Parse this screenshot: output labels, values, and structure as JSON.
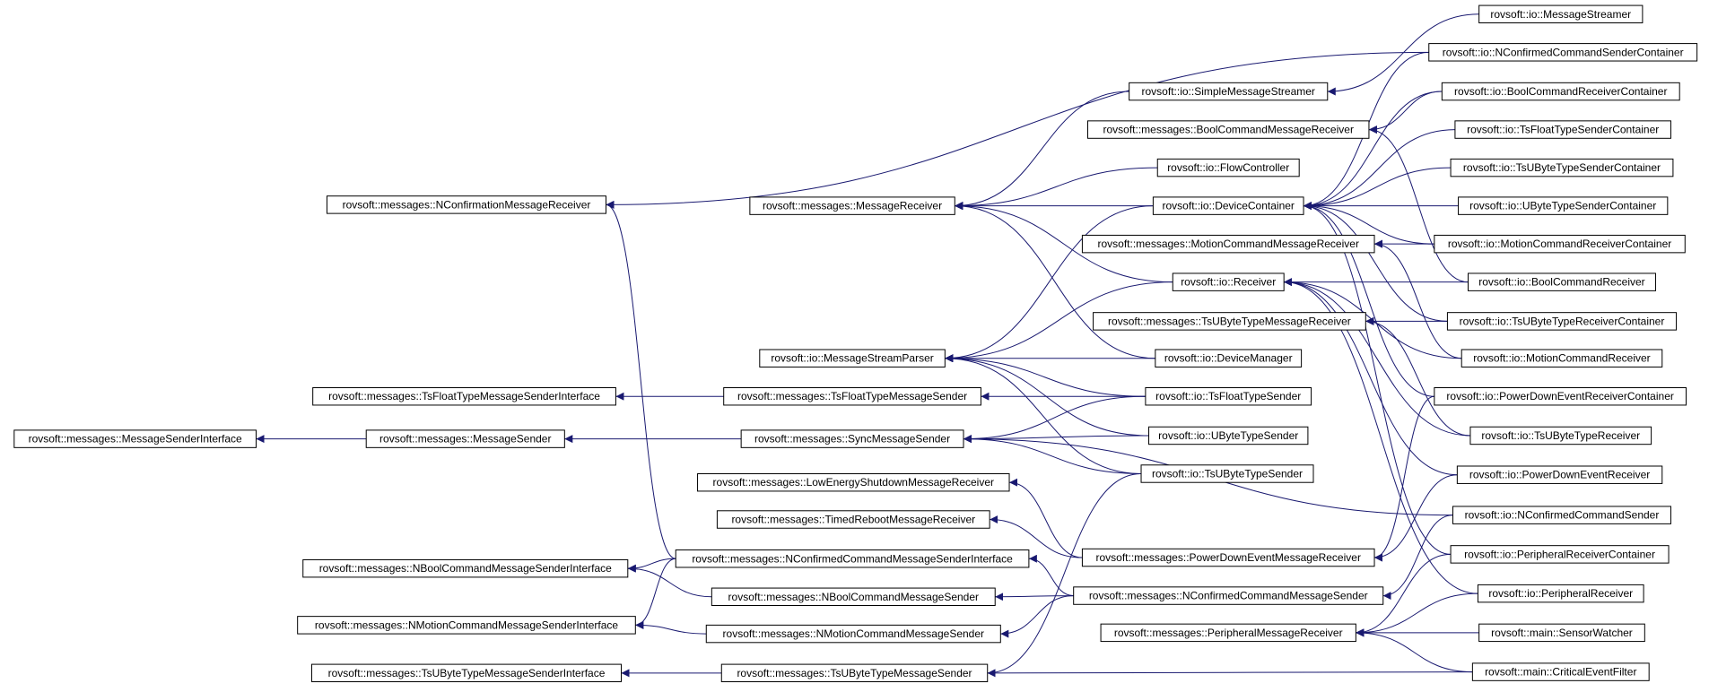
{
  "colors": {
    "edge": "#191970",
    "node_border": "#000000",
    "background": "#ffffff"
  },
  "nodes": [
    {
      "id": "MessageStreamer",
      "label": "rovsoft::io::MessageStreamer"
    },
    {
      "id": "NConfirmedCommandSenderContainer",
      "label": "rovsoft::io::NConfirmedCommandSenderContainer"
    },
    {
      "id": "SimpleMessageStreamer",
      "label": "rovsoft::io::SimpleMessageStreamer"
    },
    {
      "id": "BoolCommandReceiverContainer",
      "label": "rovsoft::io::BoolCommandReceiverContainer"
    },
    {
      "id": "BoolCommandMessageReceiver",
      "label": "rovsoft::messages::BoolCommandMessageReceiver"
    },
    {
      "id": "TsFloatTypeSenderContainer",
      "label": "rovsoft::io::TsFloatTypeSenderContainer"
    },
    {
      "id": "FlowController",
      "label": "rovsoft::io::FlowController"
    },
    {
      "id": "TsUByteTypeSenderContainer",
      "label": "rovsoft::io::TsUByteTypeSenderContainer"
    },
    {
      "id": "NConfirmationMessageReceiver",
      "label": "rovsoft::messages::NConfirmationMessageReceiver"
    },
    {
      "id": "MessageReceiver",
      "label": "rovsoft::messages::MessageReceiver"
    },
    {
      "id": "DeviceContainer",
      "label": "rovsoft::io::DeviceContainer"
    },
    {
      "id": "UByteTypeSenderContainer",
      "label": "rovsoft::io::UByteTypeSenderContainer"
    },
    {
      "id": "MotionCommandMessageReceiver",
      "label": "rovsoft::messages::MotionCommandMessageReceiver"
    },
    {
      "id": "MotionCommandReceiverContainer",
      "label": "rovsoft::io::MotionCommandReceiverContainer"
    },
    {
      "id": "Receiver",
      "label": "rovsoft::io::Receiver"
    },
    {
      "id": "BoolCommandReceiver",
      "label": "rovsoft::io::BoolCommandReceiver"
    },
    {
      "id": "TsUByteTypeMessageReceiver",
      "label": "rovsoft::messages::TsUByteTypeMessageReceiver"
    },
    {
      "id": "TsUByteTypeReceiverContainer",
      "label": "rovsoft::io::TsUByteTypeReceiverContainer"
    },
    {
      "id": "MessageStreamParser",
      "label": "rovsoft::io::MessageStreamParser"
    },
    {
      "id": "DeviceManager",
      "label": "rovsoft::io::DeviceManager"
    },
    {
      "id": "MotionCommandReceiver",
      "label": "rovsoft::io::MotionCommandReceiver"
    },
    {
      "id": "TsFloatTypeMessageSenderInterface",
      "label": "rovsoft::messages::TsFloatTypeMessageSenderInterface"
    },
    {
      "id": "TsFloatTypeMessageSender",
      "label": "rovsoft::messages::TsFloatTypeMessageSender"
    },
    {
      "id": "TsFloatTypeSender",
      "label": "rovsoft::io::TsFloatTypeSender"
    },
    {
      "id": "PowerDownEventReceiverContainer",
      "label": "rovsoft::io::PowerDownEventReceiverContainer"
    },
    {
      "id": "MessageSenderInterface",
      "label": "rovsoft::messages::MessageSenderInterface"
    },
    {
      "id": "MessageSender",
      "label": "rovsoft::messages::MessageSender"
    },
    {
      "id": "SyncMessageSender",
      "label": "rovsoft::messages::SyncMessageSender"
    },
    {
      "id": "UByteTypeSender",
      "label": "rovsoft::io::UByteTypeSender"
    },
    {
      "id": "TsUByteTypeReceiver",
      "label": "rovsoft::io::TsUByteTypeReceiver"
    },
    {
      "id": "TsUByteTypeSender",
      "label": "rovsoft::io::TsUByteTypeSender"
    },
    {
      "id": "PowerDownEventReceiver",
      "label": "rovsoft::io::PowerDownEventReceiver"
    },
    {
      "id": "LowEnergyShutdownMessageReceiver",
      "label": "rovsoft::messages::LowEnergyShutdownMessageReceiver"
    },
    {
      "id": "NConfirmedCommandSender",
      "label": "rovsoft::io::NConfirmedCommandSender"
    },
    {
      "id": "TimedRebootMessageReceiver",
      "label": "rovsoft::messages::TimedRebootMessageReceiver"
    },
    {
      "id": "PeripheralReceiverContainer",
      "label": "rovsoft::io::PeripheralReceiverContainer"
    },
    {
      "id": "PowerDownEventMessageReceiver",
      "label": "rovsoft::messages::PowerDownEventMessageReceiver"
    },
    {
      "id": "NBoolCommandMessageSenderInterface",
      "label": "rovsoft::messages::NBoolCommandMessageSenderInterface"
    },
    {
      "id": "NConfirmedCommandMessageSenderInterface",
      "label": "rovsoft::messages::NConfirmedCommandMessageSenderInterface"
    },
    {
      "id": "NBoolCommandMessageSender",
      "label": "rovsoft::messages::NBoolCommandMessageSender"
    },
    {
      "id": "NConfirmedCommandMessageSender",
      "label": "rovsoft::messages::NConfirmedCommandMessageSender"
    },
    {
      "id": "PeripheralReceiver",
      "label": "rovsoft::io::PeripheralReceiver"
    },
    {
      "id": "NMotionCommandMessageSenderInterface",
      "label": "rovsoft::messages::NMotionCommandMessageSenderInterface"
    },
    {
      "id": "NMotionCommandMessageSender",
      "label": "rovsoft::messages::NMotionCommandMessageSender"
    },
    {
      "id": "PeripheralMessageReceiver",
      "label": "rovsoft::messages::PeripheralMessageReceiver"
    },
    {
      "id": "SensorWatcher",
      "label": "rovsoft::main::SensorWatcher"
    },
    {
      "id": "TsUByteTypeMessageSenderInterface",
      "label": "rovsoft::messages::TsUByteTypeMessageSenderInterface"
    },
    {
      "id": "TsUByteTypeMessageSender",
      "label": "rovsoft::messages::TsUByteTypeMessageSender"
    },
    {
      "id": "CriticalEventFilter",
      "label": "rovsoft::main::CriticalEventFilter"
    }
  ],
  "edges": [
    [
      "NConfirmedCommandSenderContainer",
      "NConfirmationMessageReceiver"
    ],
    [
      "MessageStreamer",
      "SimpleMessageStreamer"
    ],
    [
      "SimpleMessageStreamer",
      "MessageReceiver"
    ],
    [
      "FlowController",
      "MessageReceiver"
    ],
    [
      "DeviceContainer",
      "MessageReceiver"
    ],
    [
      "Receiver",
      "MessageReceiver"
    ],
    [
      "DeviceManager",
      "MessageReceiver"
    ],
    [
      "BoolCommandReceiverContainer",
      "BoolCommandMessageReceiver"
    ],
    [
      "BoolCommandReceiverContainer",
      "DeviceContainer"
    ],
    [
      "TsFloatTypeSenderContainer",
      "DeviceContainer"
    ],
    [
      "TsUByteTypeSenderContainer",
      "DeviceContainer"
    ],
    [
      "UByteTypeSenderContainer",
      "DeviceContainer"
    ],
    [
      "MotionCommandReceiverContainer",
      "DeviceContainer"
    ],
    [
      "TsUByteTypeReceiverContainer",
      "DeviceContainer"
    ],
    [
      "PowerDownEventReceiverContainer",
      "DeviceContainer"
    ],
    [
      "PeripheralReceiverContainer",
      "DeviceContainer"
    ],
    [
      "NConfirmedCommandSenderContainer",
      "DeviceContainer"
    ],
    [
      "MotionCommandReceiverContainer",
      "MotionCommandMessageReceiver"
    ],
    [
      "BoolCommandReceiver",
      "Receiver"
    ],
    [
      "MotionCommandReceiver",
      "Receiver"
    ],
    [
      "TsUByteTypeReceiver",
      "Receiver"
    ],
    [
      "PowerDownEventReceiver",
      "Receiver"
    ],
    [
      "PeripheralReceiver",
      "Receiver"
    ],
    [
      "TsUByteTypeReceiverContainer",
      "TsUByteTypeMessageReceiver"
    ],
    [
      "DeviceContainer",
      "MessageStreamParser"
    ],
    [
      "Receiver",
      "MessageStreamParser"
    ],
    [
      "DeviceManager",
      "MessageStreamParser"
    ],
    [
      "TsFloatTypeSender",
      "MessageStreamParser"
    ],
    [
      "UByteTypeSender",
      "MessageStreamParser"
    ],
    [
      "TsUByteTypeSender",
      "MessageStreamParser"
    ],
    [
      "TsFloatTypeMessageSender",
      "TsFloatTypeMessageSenderInterface"
    ],
    [
      "TsFloatTypeSender",
      "TsFloatTypeMessageSender"
    ],
    [
      "MessageSender",
      "MessageSenderInterface"
    ],
    [
      "SyncMessageSender",
      "MessageSender"
    ],
    [
      "TsFloatTypeSender",
      "SyncMessageSender"
    ],
    [
      "UByteTypeSender",
      "SyncMessageSender"
    ],
    [
      "TsUByteTypeSender",
      "SyncMessageSender"
    ],
    [
      "NConfirmedCommandSender",
      "SyncMessageSender"
    ],
    [
      "PowerDownEventMessageReceiver",
      "LowEnergyShutdownMessageReceiver"
    ],
    [
      "PowerDownEventMessageReceiver",
      "TimedRebootMessageReceiver"
    ],
    [
      "PowerDownEventReceiverContainer",
      "PowerDownEventMessageReceiver"
    ],
    [
      "NConfirmedCommandMessageSenderInterface",
      "NBoolCommandMessageSenderInterface"
    ],
    [
      "NConfirmedCommandMessageSenderInterface",
      "NMotionCommandMessageSenderInterface"
    ],
    [
      "NConfirmedCommandMessageSenderInterface",
      "NConfirmationMessageReceiver"
    ],
    [
      "NBoolCommandMessageSender",
      "NBoolCommandMessageSenderInterface"
    ],
    [
      "NConfirmedCommandMessageSender",
      "NConfirmedCommandMessageSenderInterface"
    ],
    [
      "NConfirmedCommandMessageSender",
      "NBoolCommandMessageSender"
    ],
    [
      "NConfirmedCommandMessageSender",
      "NMotionCommandMessageSender"
    ],
    [
      "NConfirmedCommandSender",
      "NConfirmedCommandMessageSender"
    ],
    [
      "NMotionCommandMessageSender",
      "NMotionCommandMessageSenderInterface"
    ],
    [
      "PeripheralReceiverContainer",
      "PeripheralMessageReceiver"
    ],
    [
      "PeripheralReceiver",
      "PeripheralMessageReceiver"
    ],
    [
      "SensorWatcher",
      "PeripheralMessageReceiver"
    ],
    [
      "CriticalEventFilter",
      "PeripheralMessageReceiver"
    ],
    [
      "CriticalEventFilter",
      "TsUByteTypeMessageSender"
    ],
    [
      "TsUByteTypeMessageSender",
      "TsUByteTypeMessageSenderInterface"
    ],
    [
      "TsUByteTypeSender",
      "TsUByteTypeMessageSender"
    ],
    [
      "BoolCommandReceiver",
      "BoolCommandMessageReceiver"
    ],
    [
      "MotionCommandReceiver",
      "MotionCommandMessageReceiver"
    ],
    [
      "TsUByteTypeReceiver",
      "TsUByteTypeMessageReceiver"
    ],
    [
      "PowerDownEventReceiver",
      "PowerDownEventMessageReceiver"
    ]
  ]
}
